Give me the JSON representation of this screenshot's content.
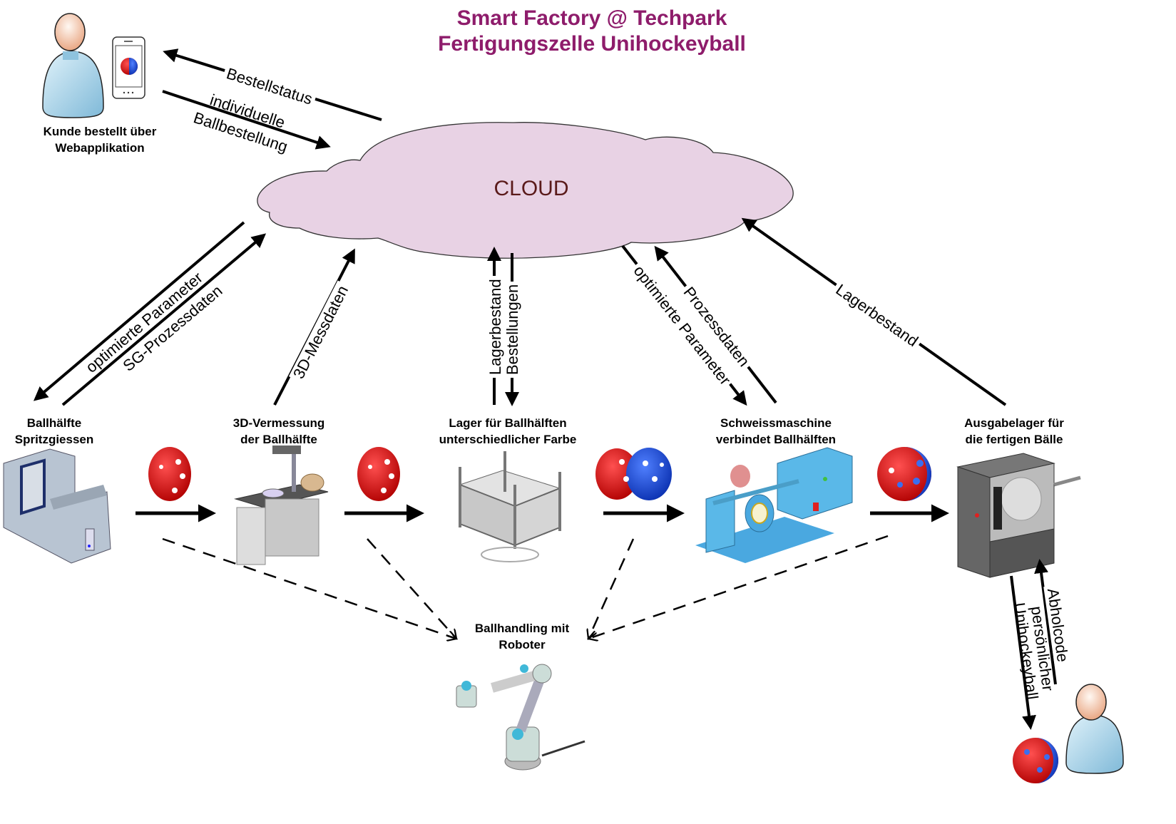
{
  "title": {
    "line1": "Smart Factory @ Techpark",
    "line2": "Fertigungszelle Unihockeyball",
    "color": "#8e1c6b"
  },
  "cloud": {
    "label": "CLOUD",
    "fill": "#e8d2e4",
    "text_color": "#5a1a1a"
  },
  "customer": {
    "label_line1": "Kunde bestellt über",
    "label_line2": "Webapplikation"
  },
  "stations": [
    {
      "id": "spritzgiessen",
      "line1": "Ballhälfte",
      "line2": "Spritzgiessen"
    },
    {
      "id": "vermessung",
      "line1": "3D-Vermessung",
      "line2": "der Ballhälfte"
    },
    {
      "id": "lager",
      "line1": "Lager für Ballhälften",
      "line2": "unterschiedlicher Farbe"
    },
    {
      "id": "schweiss",
      "line1": "Schweissmaschine",
      "line2": "verbindet Ballhälften"
    },
    {
      "id": "ausgabe",
      "line1": "Ausgabelager für",
      "line2": "die fertigen Bälle"
    }
  ],
  "robot": {
    "line1": "Ballhandling mit",
    "line2": "Roboter"
  },
  "edges": {
    "bestellstatus": "Bestellstatus",
    "ballbestellung_1": "individuelle",
    "ballbestellung_2": "Ballbestellung",
    "optimierte_parameter_sg": "optimierte Parameter",
    "sg_prozessdaten": "SG-Prozessdaten",
    "messdaten": "3D-Messdaten",
    "lagerbestand_lager": "Lagerbestand",
    "bestellungen": "Bestellungen",
    "optimierte_parameter_schweiss": "optimierte Parameter",
    "prozessdaten": "Prozessdaten",
    "lagerbestand_ausgabe": "Lagerbestand",
    "abholcode": "Abholcode",
    "persoenlicher_1": "persönlicher",
    "persoenlicher_2": "Unihockeyball"
  },
  "colors": {
    "ball_red": "#e01010",
    "ball_blue": "#1f4fe0",
    "person_body": "#a8d4ea",
    "person_head": "#f6d6bf",
    "machine_blue": "#5ab8e8",
    "frame_gray": "#8a8a8a",
    "cabinet_dark": "#555555"
  }
}
